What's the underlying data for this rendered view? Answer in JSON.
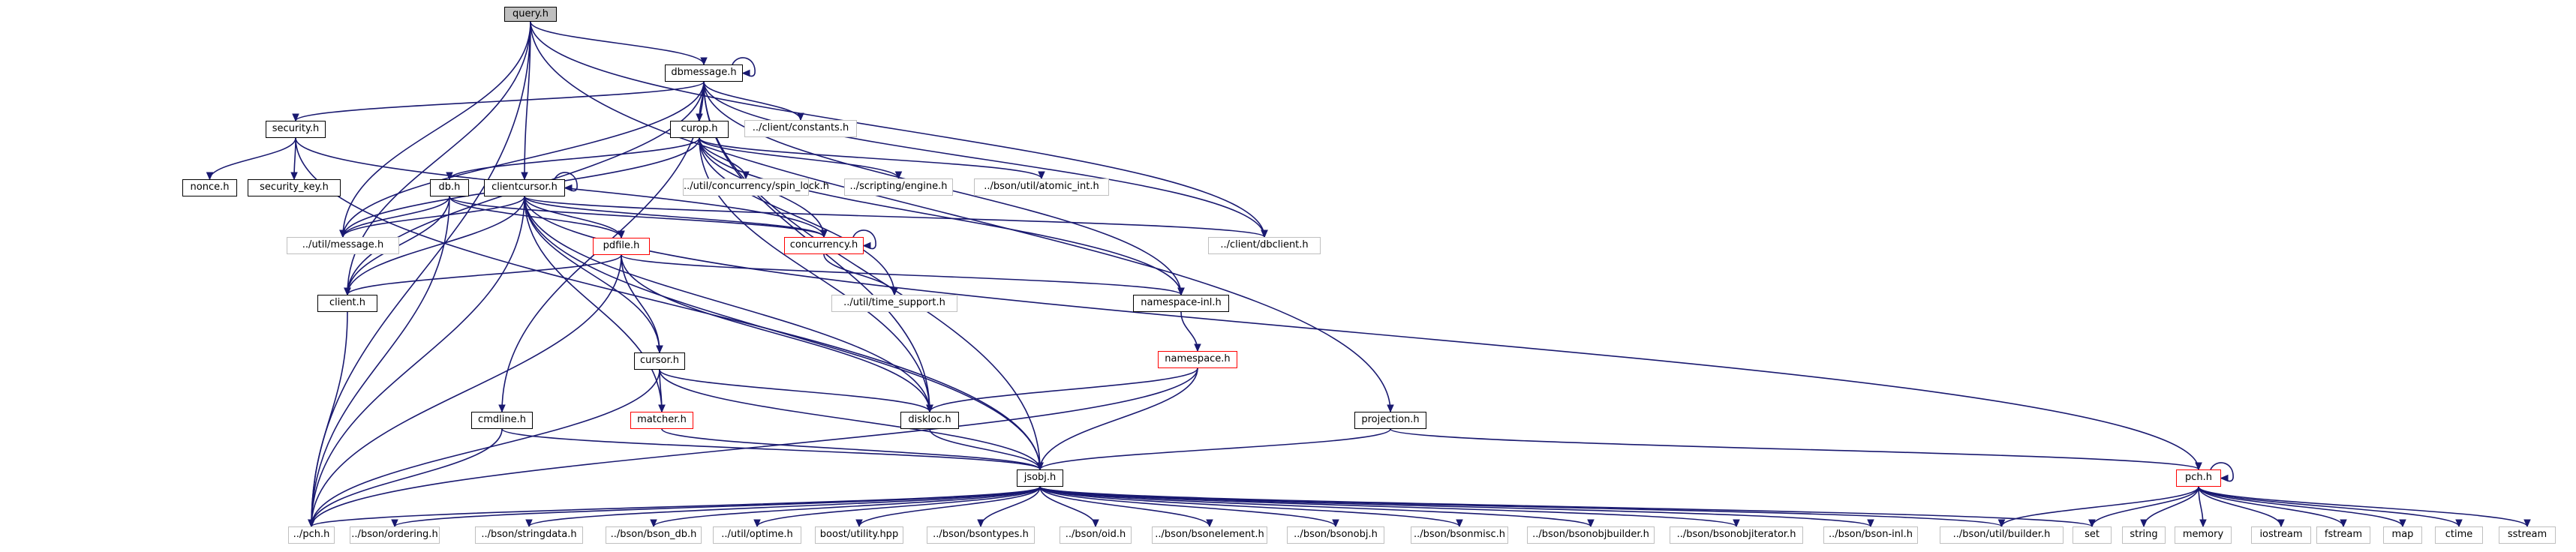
{
  "graph": {
    "nodes": {
      "query": {
        "label": "query.h",
        "style": "current"
      },
      "dbmessage": {
        "label": "dbmessage.h",
        "style": "normal"
      },
      "constants": {
        "label": "../client/constants.h",
        "style": "gray"
      },
      "security": {
        "label": "security.h",
        "style": "normal"
      },
      "nonce": {
        "label": "nonce.h",
        "style": "normal"
      },
      "security_key": {
        "label": "security_key.h",
        "style": "normal"
      },
      "curop": {
        "label": "curop.h",
        "style": "normal"
      },
      "spin_lock": {
        "label": "../util/concurrency/spin_lock.h",
        "style": "gray"
      },
      "engine": {
        "label": "../scripting/engine.h",
        "style": "gray"
      },
      "atomic_int": {
        "label": "../bson/util/atomic_int.h",
        "style": "gray"
      },
      "db": {
        "label": "db.h",
        "style": "normal"
      },
      "clientcursor": {
        "label": "clientcursor.h",
        "style": "normal"
      },
      "message": {
        "label": "../util/message.h",
        "style": "gray"
      },
      "concurrency": {
        "label": "concurrency.h",
        "style": "red"
      },
      "dbclient": {
        "label": "../client/dbclient.h",
        "style": "gray"
      },
      "pdfile": {
        "label": "pdfile.h",
        "style": "red"
      },
      "client": {
        "label": "client.h",
        "style": "normal"
      },
      "time_support": {
        "label": "../util/time_support.h",
        "style": "gray"
      },
      "namespace_inl": {
        "label": "namespace-inl.h",
        "style": "normal"
      },
      "namespace": {
        "label": "namespace.h",
        "style": "red"
      },
      "cursor": {
        "label": "cursor.h",
        "style": "normal"
      },
      "cmdline": {
        "label": "cmdline.h",
        "style": "normal"
      },
      "matcher": {
        "label": "matcher.h",
        "style": "red"
      },
      "diskloc": {
        "label": "diskloc.h",
        "style": "normal"
      },
      "projection": {
        "label": "projection.h",
        "style": "normal"
      },
      "jsobj": {
        "label": "jsobj.h",
        "style": "normal"
      },
      "pch": {
        "label": "pch.h",
        "style": "red"
      },
      "pch_rel": {
        "label": "../pch.h",
        "style": "gray"
      },
      "ordering": {
        "label": "../bson/ordering.h",
        "style": "gray"
      },
      "stringdata": {
        "label": "../bson/stringdata.h",
        "style": "gray"
      },
      "bson_db": {
        "label": "../bson/bson_db.h",
        "style": "gray"
      },
      "optime": {
        "label": "../util/optime.h",
        "style": "gray"
      },
      "utility": {
        "label": "boost/utility.hpp",
        "style": "gray"
      },
      "bsontypes": {
        "label": "../bson/bsontypes.h",
        "style": "gray"
      },
      "oid": {
        "label": "../bson/oid.h",
        "style": "gray"
      },
      "bsonelement": {
        "label": "../bson/bsonelement.h",
        "style": "gray"
      },
      "bsonobj": {
        "label": "../bson/bsonobj.h",
        "style": "gray"
      },
      "bsonmisc": {
        "label": "../bson/bsonmisc.h",
        "style": "gray"
      },
      "bsonobjbuilder": {
        "label": "../bson/bsonobjbuilder.h",
        "style": "gray"
      },
      "bsonobjiterator": {
        "label": "../bson/bsonobjiterator.h",
        "style": "gray"
      },
      "bson_inl": {
        "label": "../bson/bson-inl.h",
        "style": "gray"
      },
      "builder": {
        "label": "../bson/util/builder.h",
        "style": "gray"
      },
      "set": {
        "label": "set",
        "style": "gray"
      },
      "string": {
        "label": "string",
        "style": "gray"
      },
      "memory": {
        "label": "memory",
        "style": "gray"
      },
      "iostream": {
        "label": "iostream",
        "style": "gray"
      },
      "fstream": {
        "label": "fstream",
        "style": "gray"
      },
      "map": {
        "label": "map",
        "style": "gray"
      },
      "ctime": {
        "label": "ctime",
        "style": "gray"
      },
      "sstream": {
        "label": "sstream",
        "style": "gray"
      }
    },
    "edges": [
      [
        "query",
        "dbmessage"
      ],
      [
        "query",
        "clientcursor"
      ],
      [
        "query",
        "projection"
      ],
      [
        "query",
        "pch_rel"
      ],
      [
        "query",
        "message"
      ],
      [
        "query",
        "client"
      ],
      [
        "query",
        "dbclient"
      ],
      [
        "dbmessage",
        "dbmessage"
      ],
      [
        "dbmessage",
        "constants"
      ],
      [
        "dbmessage",
        "security"
      ],
      [
        "dbmessage",
        "curop"
      ],
      [
        "dbmessage",
        "message"
      ],
      [
        "dbmessage",
        "client"
      ],
      [
        "dbmessage",
        "cmdline"
      ],
      [
        "dbmessage",
        "dbclient"
      ],
      [
        "dbmessage",
        "namespace_inl"
      ],
      [
        "dbmessage",
        "jsobj"
      ],
      [
        "dbmessage",
        "diskloc"
      ],
      [
        "security",
        "nonce"
      ],
      [
        "security",
        "security_key"
      ],
      [
        "security",
        "concurrency"
      ],
      [
        "security",
        "jsobj"
      ],
      [
        "curop",
        "spin_lock"
      ],
      [
        "curop",
        "engine"
      ],
      [
        "curop",
        "atomic_int"
      ],
      [
        "curop",
        "db"
      ],
      [
        "curop",
        "concurrency"
      ],
      [
        "curop",
        "time_support"
      ],
      [
        "curop",
        "namespace_inl"
      ],
      [
        "curop",
        "diskloc"
      ],
      [
        "curop",
        "message"
      ],
      [
        "db",
        "message"
      ],
      [
        "db",
        "client"
      ],
      [
        "db",
        "concurrency"
      ],
      [
        "db",
        "pdfile"
      ],
      [
        "db",
        "pch_rel"
      ],
      [
        "clientcursor",
        "clientcursor"
      ],
      [
        "clientcursor",
        "message"
      ],
      [
        "clientcursor",
        "concurrency"
      ],
      [
        "clientcursor",
        "dbclient"
      ],
      [
        "clientcursor",
        "pdfile"
      ],
      [
        "clientcursor",
        "client"
      ],
      [
        "clientcursor",
        "cursor"
      ],
      [
        "clientcursor",
        "matcher"
      ],
      [
        "clientcursor",
        "diskloc"
      ],
      [
        "clientcursor",
        "jsobj"
      ],
      [
        "clientcursor",
        "pch_rel"
      ],
      [
        "clientcursor",
        "pch"
      ],
      [
        "concurrency",
        "concurrency"
      ],
      [
        "concurrency",
        "time_support"
      ],
      [
        "pdfile",
        "client"
      ],
      [
        "pdfile",
        "namespace_inl"
      ],
      [
        "pdfile",
        "cursor"
      ],
      [
        "pdfile",
        "diskloc"
      ],
      [
        "pdfile",
        "pch_rel"
      ],
      [
        "client",
        "pch_rel"
      ],
      [
        "namespace_inl",
        "namespace"
      ],
      [
        "namespace",
        "diskloc"
      ],
      [
        "namespace",
        "jsobj"
      ],
      [
        "namespace",
        "pch_rel"
      ],
      [
        "cursor",
        "matcher"
      ],
      [
        "cursor",
        "diskloc"
      ],
      [
        "cursor",
        "jsobj"
      ],
      [
        "cursor",
        "pch_rel"
      ],
      [
        "cmdline",
        "jsobj"
      ],
      [
        "cmdline",
        "pch_rel"
      ],
      [
        "matcher",
        "jsobj"
      ],
      [
        "diskloc",
        "jsobj"
      ],
      [
        "projection",
        "jsobj"
      ],
      [
        "projection",
        "pch"
      ],
      [
        "jsobj",
        "pch_rel"
      ],
      [
        "jsobj",
        "ordering"
      ],
      [
        "jsobj",
        "stringdata"
      ],
      [
        "jsobj",
        "bson_db"
      ],
      [
        "jsobj",
        "optime"
      ],
      [
        "jsobj",
        "utility"
      ],
      [
        "jsobj",
        "bsontypes"
      ],
      [
        "jsobj",
        "oid"
      ],
      [
        "jsobj",
        "bsonelement"
      ],
      [
        "jsobj",
        "bsonobj"
      ],
      [
        "jsobj",
        "bsonmisc"
      ],
      [
        "jsobj",
        "bsonobjbuilder"
      ],
      [
        "jsobj",
        "bsonobjiterator"
      ],
      [
        "jsobj",
        "bson_inl"
      ],
      [
        "jsobj",
        "builder"
      ],
      [
        "jsobj",
        "set"
      ],
      [
        "pch",
        "pch"
      ],
      [
        "pch",
        "builder"
      ],
      [
        "pch",
        "set"
      ],
      [
        "pch",
        "string"
      ],
      [
        "pch",
        "memory"
      ],
      [
        "pch",
        "iostream"
      ],
      [
        "pch",
        "fstream"
      ],
      [
        "pch",
        "map"
      ],
      [
        "pch",
        "ctime"
      ],
      [
        "pch",
        "sstream"
      ]
    ]
  }
}
